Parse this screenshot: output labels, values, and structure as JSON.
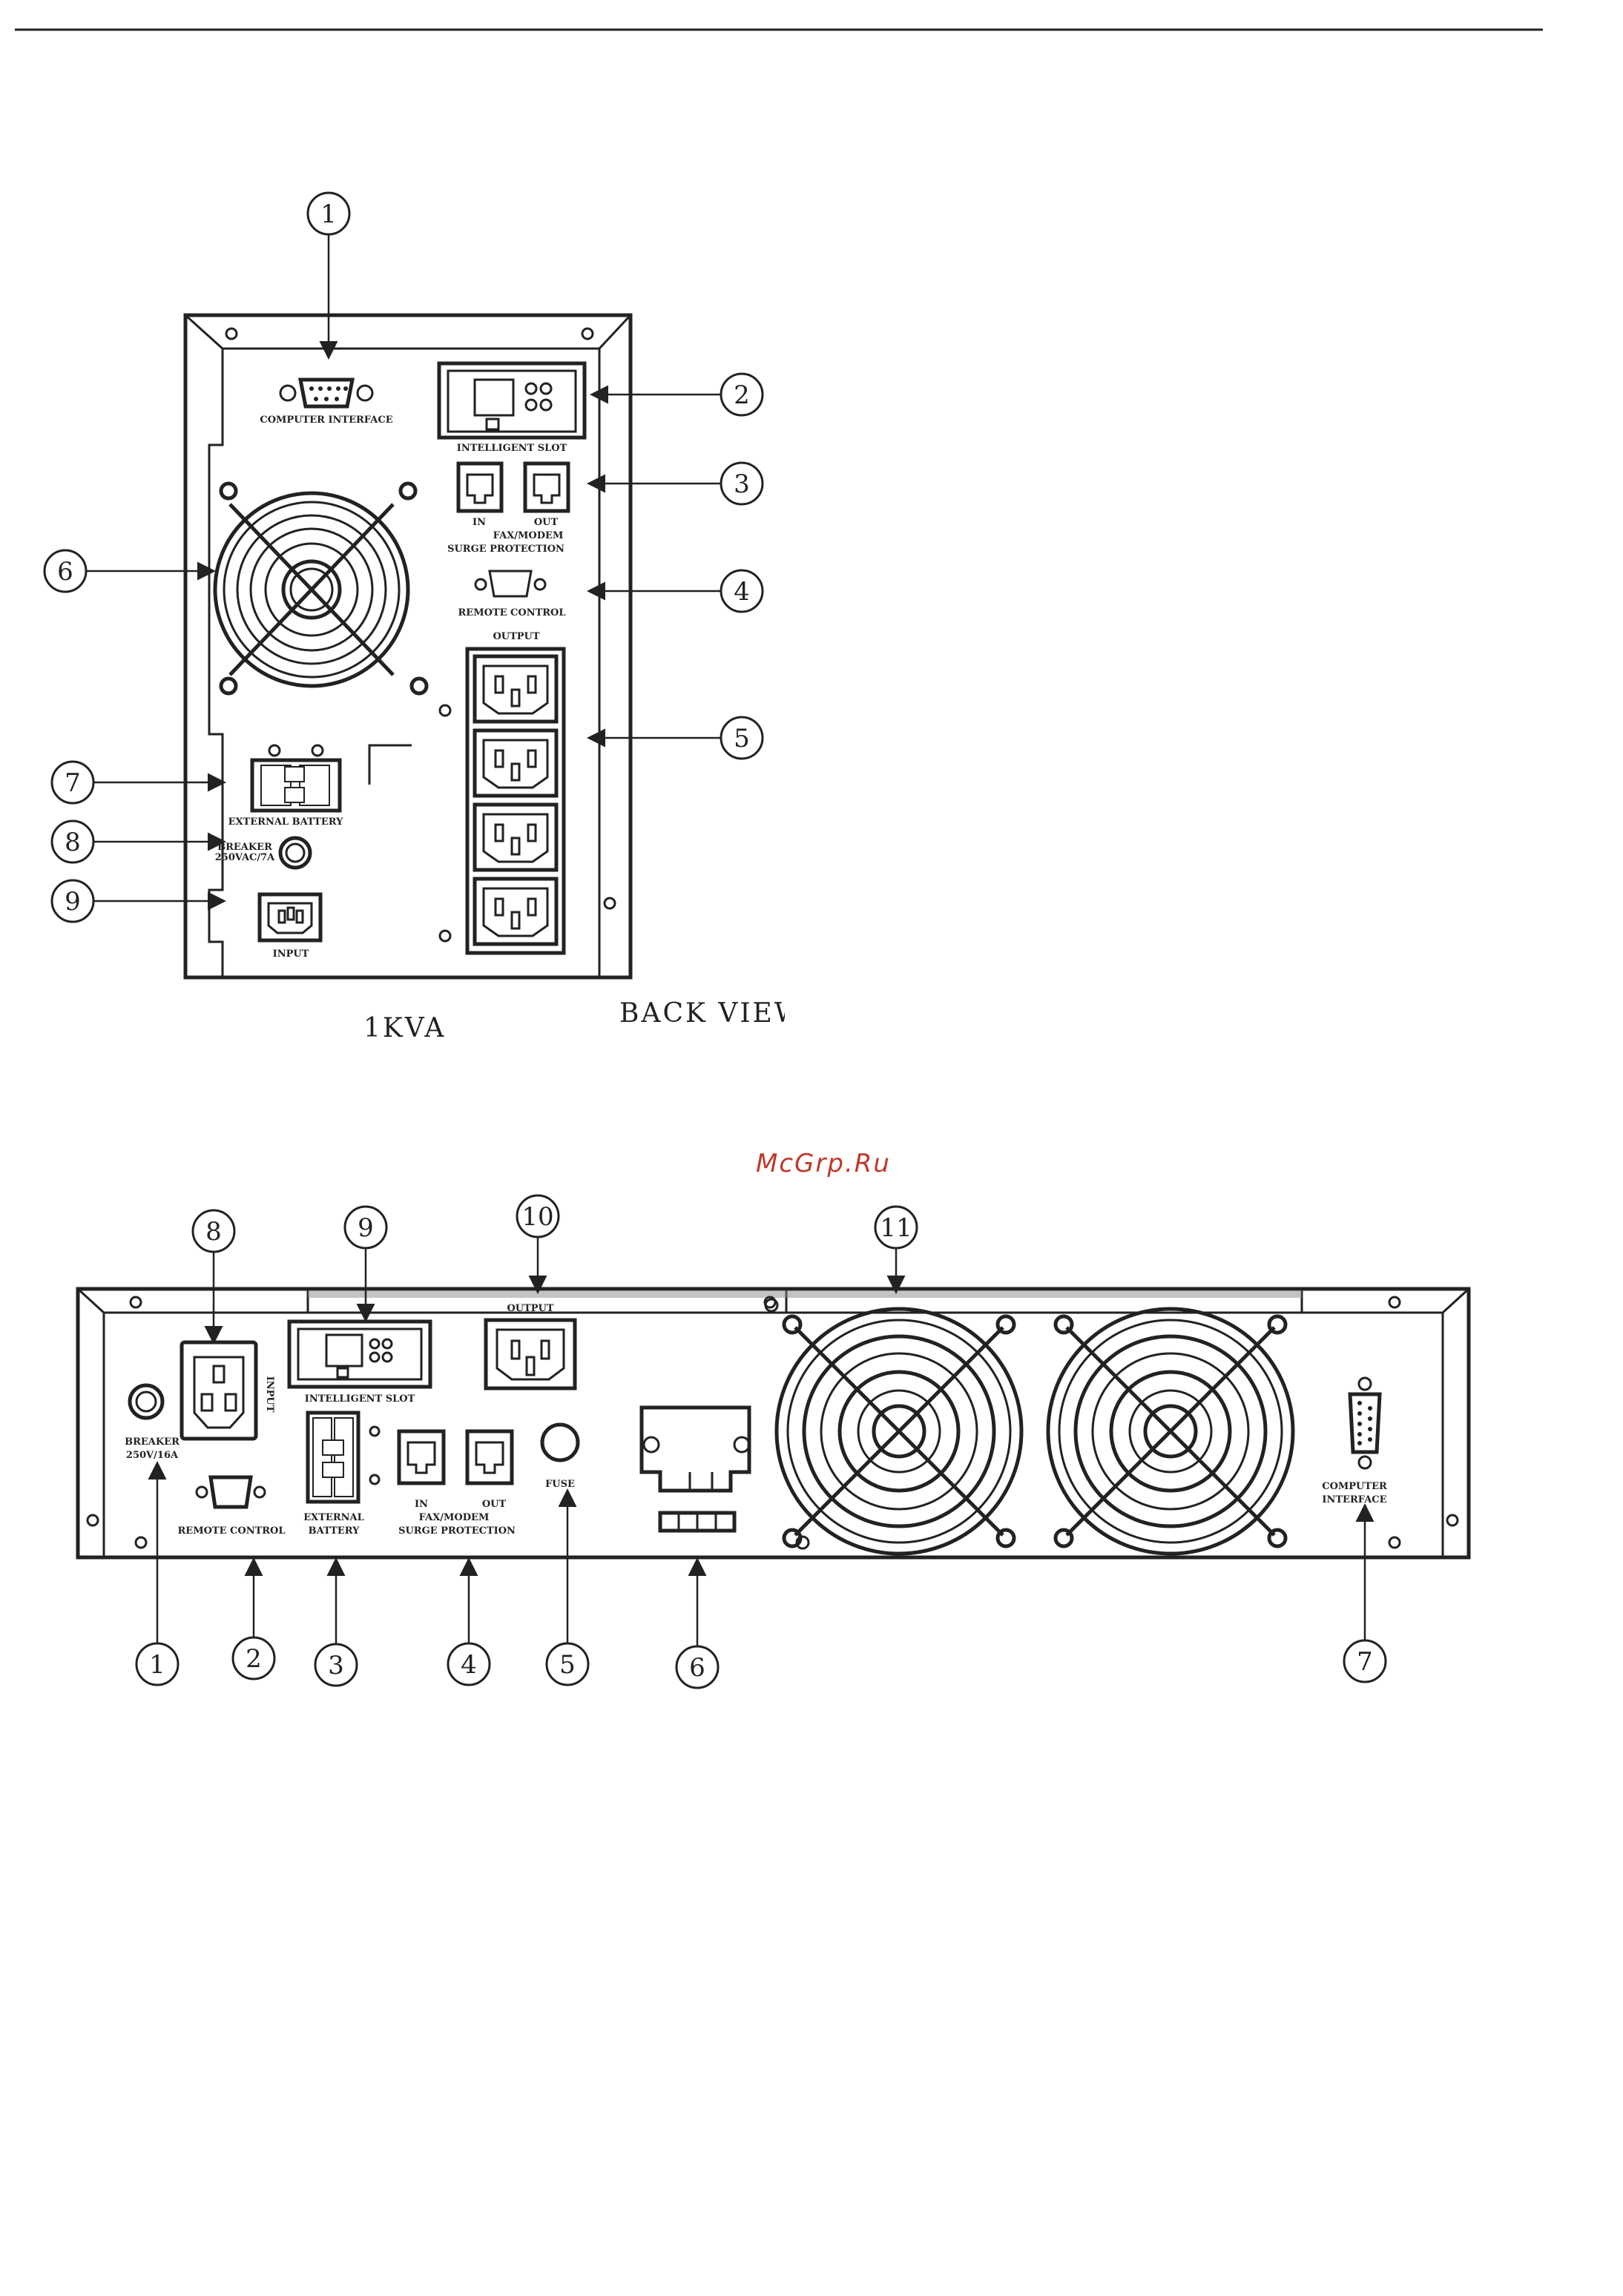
{
  "watermark": "McGrp.Ru",
  "diagram1": {
    "caption_model": "1KVA",
    "caption_view": "BACK VIEW",
    "labels": {
      "computer_interface": "COMPUTER INTERFACE",
      "intelligent_slot": "INTELLIGENT SLOT",
      "in": "IN",
      "out": "OUT",
      "fax_modem": "FAX/MODEM",
      "surge_protection": "SURGE PROTECTION",
      "remote_control": "REMOTE CONTROL",
      "output": "OUTPUT",
      "external_battery": "EXTERNAL BATTERY",
      "breaker": "BREAKER",
      "breaker_rating": "250VAC/7A",
      "input": "INPUT"
    },
    "callouts": [
      "1",
      "2",
      "3",
      "4",
      "5",
      "6",
      "7",
      "8",
      "9"
    ]
  },
  "diagram2": {
    "labels": {
      "breaker": "BREAKER",
      "breaker_rating": "250V/16A",
      "input": "INPUT",
      "intelligent_slot": "INTELLIGENT SLOT",
      "output": "OUTPUT",
      "remote_control": "REMOTE CONTROL",
      "external": "EXTERNAL",
      "battery": "BATTERY",
      "in": "IN",
      "out": "OUT",
      "fax_modem": "FAX/MODEM",
      "surge_protection": "SURGE PROTECTION",
      "fuse": "FUSE",
      "computer": "COMPUTER",
      "interface": "INTERFACE"
    },
    "callouts": [
      "1",
      "2",
      "3",
      "4",
      "5",
      "6",
      "7",
      "8",
      "9",
      "10",
      "11"
    ]
  }
}
